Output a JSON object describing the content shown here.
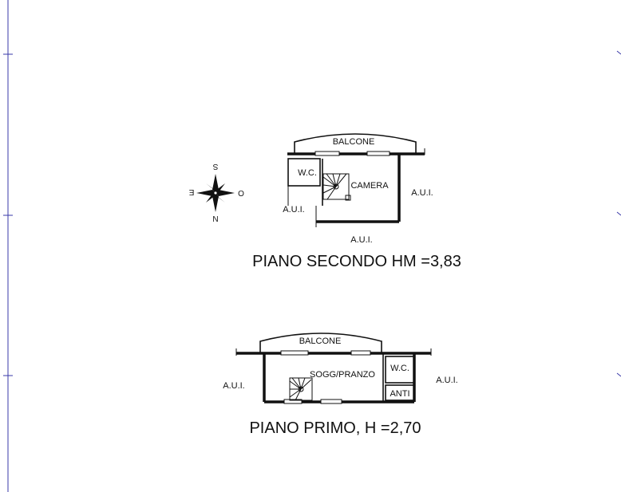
{
  "upper_floor": {
    "title": "PIANO SECONDO HM =3,83",
    "rooms": {
      "balcony": "BALCONE",
      "wc": "W.C.",
      "bedroom": "CAMERA"
    },
    "neighbors": {
      "left": "A.U.I.",
      "right": "A.U.I.",
      "bottom": "A.U.I."
    }
  },
  "lower_floor": {
    "title": "PIANO PRIMO, H =2,70",
    "rooms": {
      "balcony": "BALCONE",
      "living_dining": "SOGG/PRANZO",
      "wc": "W.C.",
      "anteroom": "ANTI"
    },
    "neighbors": {
      "left": "A.U.I.",
      "right": "A.U.I."
    }
  },
  "compass": {
    "north": "N",
    "south": "S",
    "east": "E",
    "west": "O"
  },
  "colors": {
    "frame": "#3a3aa8",
    "ink": "#111111"
  }
}
